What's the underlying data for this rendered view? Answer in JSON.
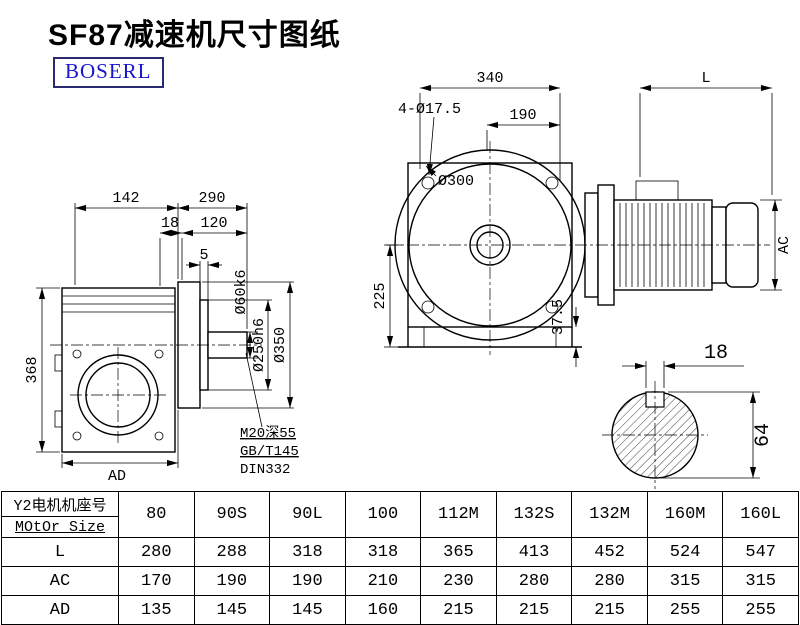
{
  "header": {
    "title": "SF87减速机尺寸图纸",
    "brand": "BOSERL"
  },
  "side_view": {
    "dim_142": "142",
    "dim_290": "290",
    "dim_18": "18",
    "dim_120": "120",
    "dim_5": "5",
    "dim_368": "368",
    "dim_ad": "AD",
    "dia_shaft": "Ø60k6",
    "dia_spigot": "Ø250h6",
    "dia_flange": "Ø350",
    "note_tap": "M20深55",
    "note_gb": "GB/T145",
    "note_din": "DIN332"
  },
  "front_view": {
    "dim_340": "340",
    "dim_l": "L",
    "dim_holes": "4-Ø17.5",
    "dim_190": "190",
    "dia_300": "Ø300",
    "dim_225": "225",
    "dim_37_5": "37.5",
    "dim_ac": "AC"
  },
  "shaft_view": {
    "dim_18": "18",
    "dim_64": "64"
  },
  "table": {
    "header_cn": "Y2电机机座号",
    "header_en": "MOtOr Size",
    "sizes": [
      "80",
      "90S",
      "90L",
      "100",
      "112M",
      "132S",
      "132M",
      "160M",
      "160L"
    ],
    "rows": [
      {
        "label": "L",
        "values": [
          "280",
          "288",
          "318",
          "318",
          "365",
          "413",
          "452",
          "524",
          "547"
        ]
      },
      {
        "label": "AC",
        "values": [
          "170",
          "190",
          "190",
          "210",
          "230",
          "280",
          "280",
          "315",
          "315"
        ]
      },
      {
        "label": "AD",
        "values": [
          "135",
          "145",
          "145",
          "160",
          "215",
          "215",
          "215",
          "255",
          "255"
        ]
      }
    ]
  }
}
